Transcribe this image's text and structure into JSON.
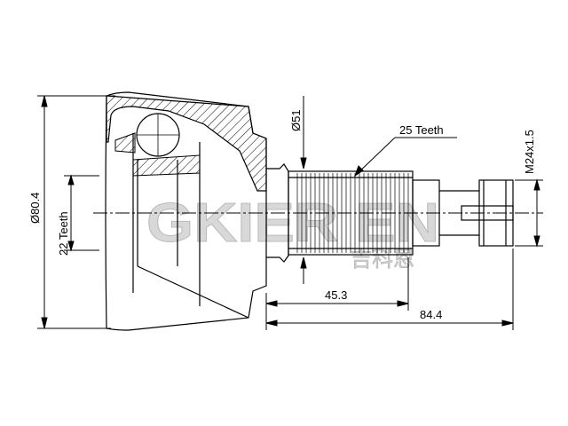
{
  "labels": {
    "outer_diameter": "Ø80.4",
    "inner_teeth": "22 Teeth",
    "seal_diameter": "Ø51",
    "outer_teeth": "25 Teeth",
    "thread": "M24x1.5",
    "length_short": "45.3",
    "length_total": "84.4"
  },
  "watermark": {
    "latin": "GKIER EN",
    "chinese": "吉科恩"
  },
  "colors": {
    "line": "#000000",
    "hatch": "#000000",
    "watermark": "#cccccc"
  }
}
